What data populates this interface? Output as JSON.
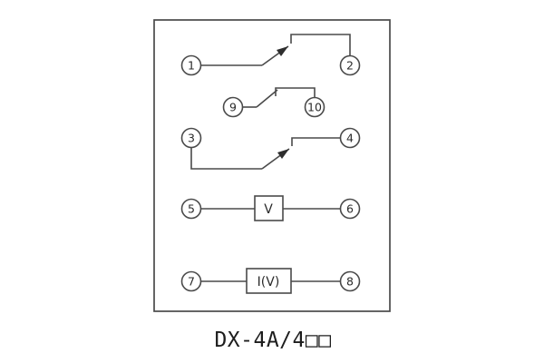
{
  "title": "DX-4A/4□□",
  "terminals": {
    "t1": "1",
    "t2": "2",
    "t3": "3",
    "t4": "4",
    "t5": "5",
    "t6": "6",
    "t7": "7",
    "t8": "8",
    "t9": "9",
    "t10": "10"
  },
  "components": {
    "voltage_box": "V",
    "current_box": "I(V)"
  },
  "colors": {
    "line": "#4a4a4a",
    "background": "#ffffff",
    "text": "#2b2b2b"
  }
}
